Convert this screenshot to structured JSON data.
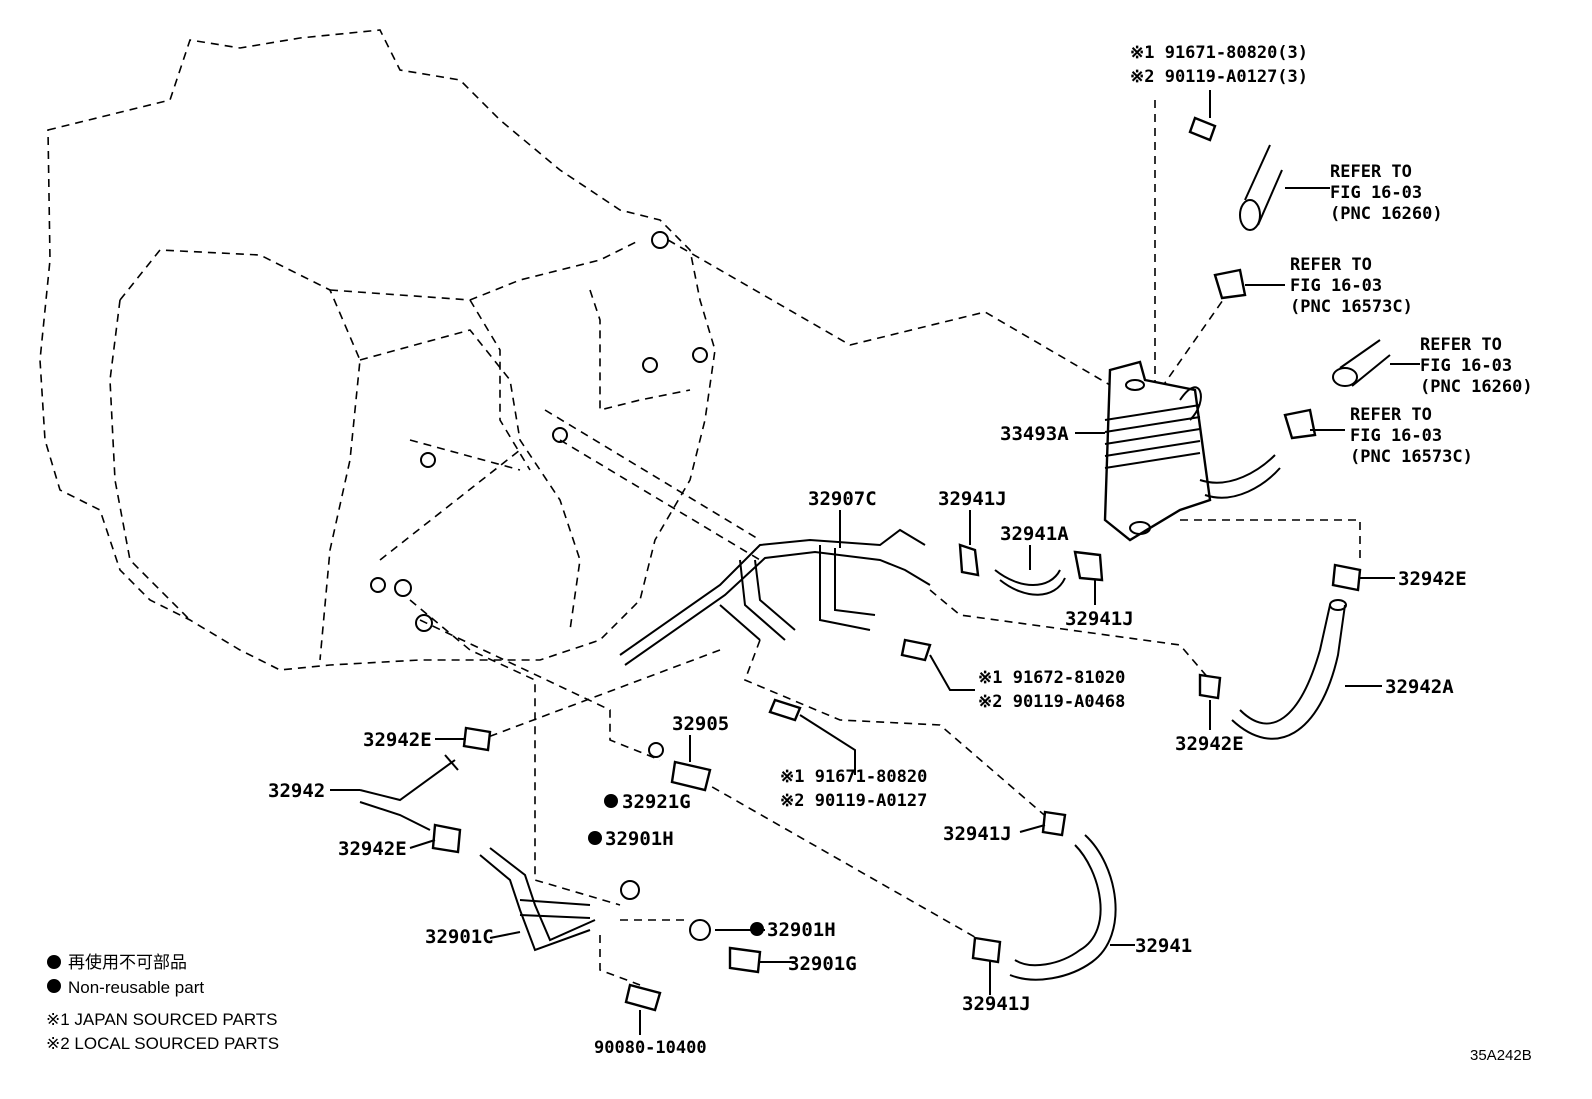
{
  "diagram_code": "35A242B",
  "legend": {
    "non_reusable_jp": "再使用不可部品",
    "non_reusable_en": "Non-reusable part",
    "note1": "※1 JAPAN SOURCED PARTS",
    "note2": "※2 LOCAL SOURCED PARTS"
  },
  "callouts": {
    "top_bolt_1": "※1 91671-80820(3)",
    "top_bolt_2": "※2 90119-A0127(3)",
    "mid_bolt_1": "※1 91672-81020",
    "mid_bolt_2": "※2 90119-A0468",
    "low_bolt_1": "※1 91671-80820",
    "low_bolt_2": "※2 90119-A0127",
    "ref1": [
      "REFER TO",
      "FIG 16-03",
      "(PNC 16260)"
    ],
    "ref2": [
      "REFER TO",
      "FIG 16-03",
      "(PNC 16573C)"
    ],
    "ref3": [
      "REFER TO",
      "FIG 16-03",
      "(PNC 16260)"
    ],
    "ref4": [
      "REFER TO",
      "FIG 16-03",
      "(PNC 16573C)"
    ]
  },
  "parts": {
    "p33493A": "33493A",
    "p32907C": "32907C",
    "p32941J_top": "32941J",
    "p32941A": "32941A",
    "p32941J_mid": "32941J",
    "p32942E_right": "32942E",
    "p32942A": "32942A",
    "p32942E_mid": "32942E",
    "p32942E_left": "32942E",
    "p32942": "32942",
    "p32942E_low": "32942E",
    "p32905": "32905",
    "p32921G": "32921G",
    "p32901H_a": "32901H",
    "p32901H_b": "32901H",
    "p32901G": "32901G",
    "p32901C": "32901C",
    "p90080": "90080-10400",
    "p32941J_low": "32941J",
    "p32941": "32941",
    "p32941J_bottom": "32941J"
  }
}
